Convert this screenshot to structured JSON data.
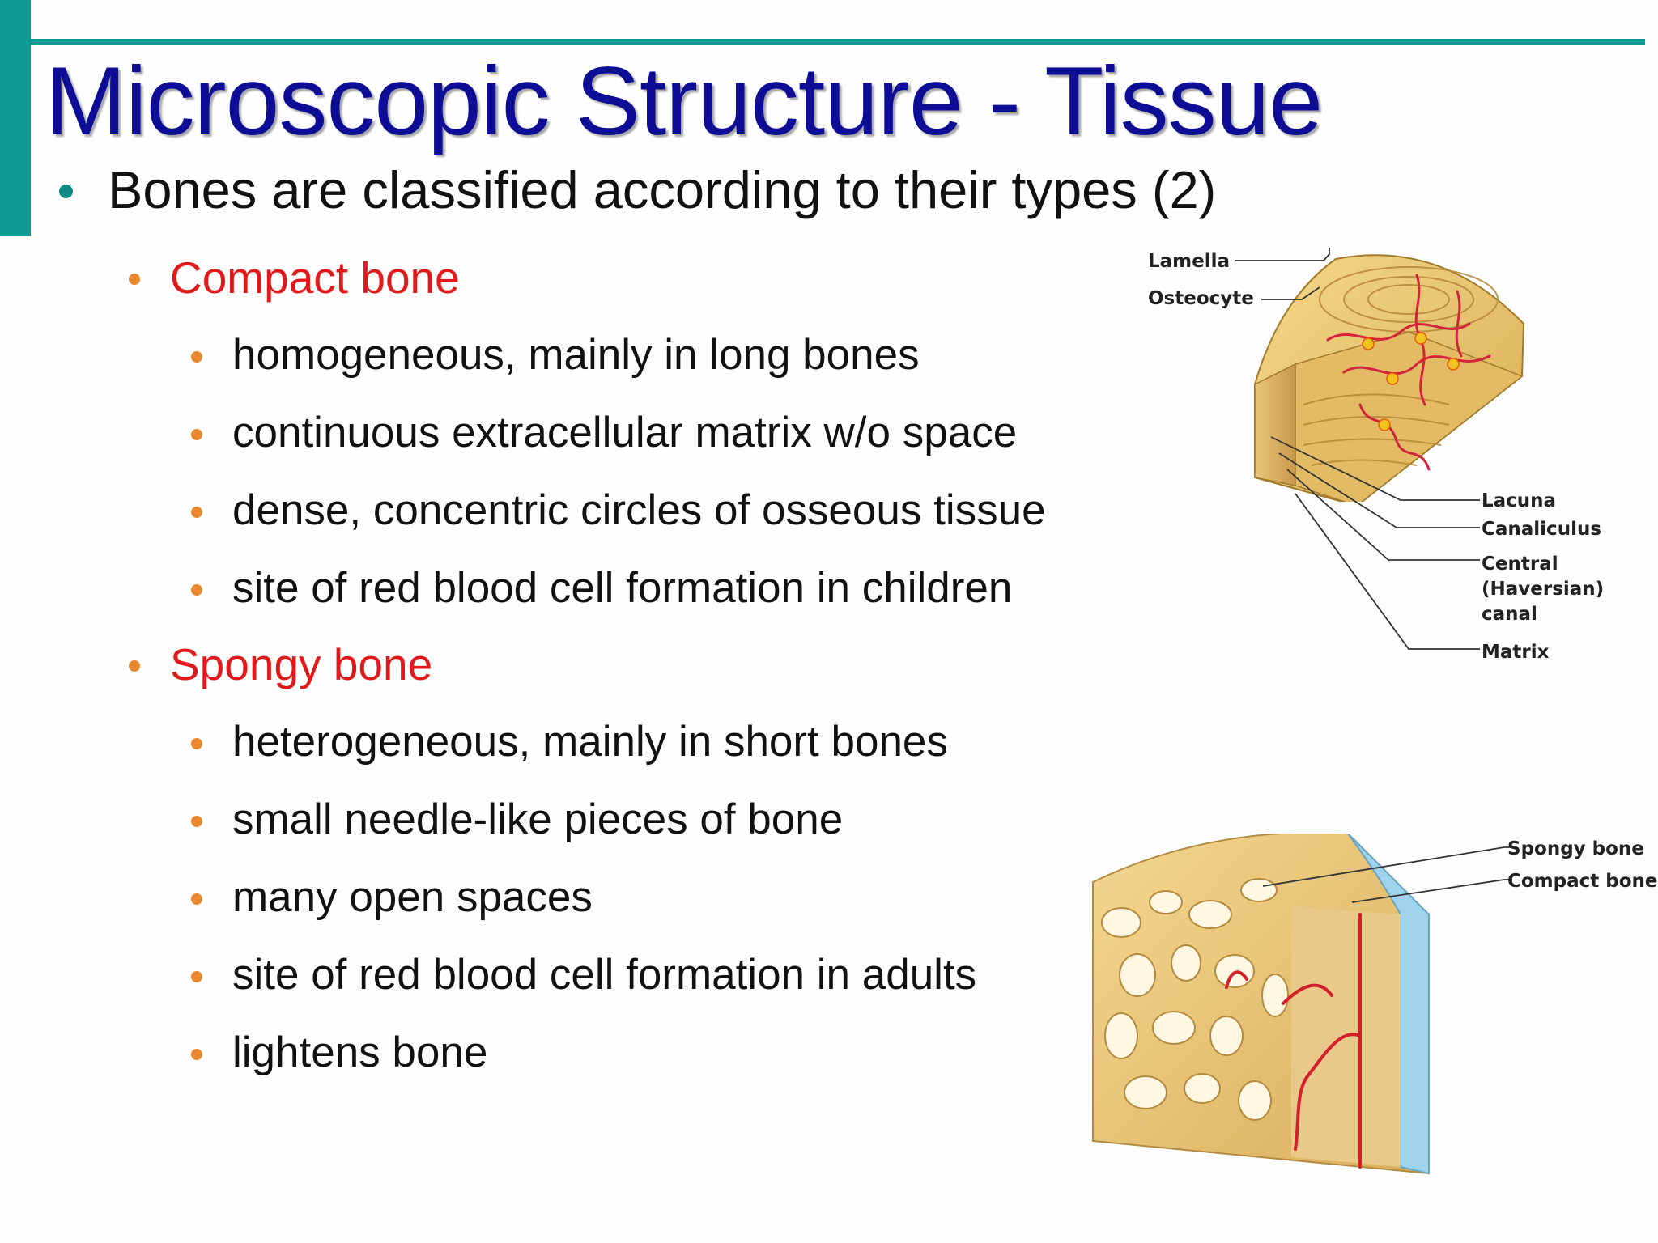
{
  "slide": {
    "title": "Microscopic Structure - Tissue",
    "bullet": "Bones are classified according to their types (2)",
    "sections": [
      {
        "heading": "Compact bone",
        "items": [
          "homogeneous, mainly in long bones",
          "continuous extracellular matrix w/o space",
          "dense, concentric circles of osseous tissue",
          "site of red blood cell formation in children"
        ]
      },
      {
        "heading": "Spongy bone",
        "items": [
          "heterogeneous, mainly in short bones",
          "small needle-like pieces of bone",
          "many open spaces",
          "site of red blood cell formation in adults",
          "lightens bone"
        ]
      }
    ]
  },
  "figure_compact": {
    "labels": {
      "lamella": "Lamella",
      "osteocyte": "Osteocyte",
      "lacuna": "Lacuna",
      "canaliculus": "Canaliculus",
      "central_1": "Central",
      "central_2": "(Haversian)",
      "central_3": "canal",
      "matrix": "Matrix"
    }
  },
  "figure_spongy": {
    "labels": {
      "spongy": "Spongy bone",
      "compact": "Compact bone"
    }
  },
  "colors": {
    "accent": "#0f9a94",
    "title": "#0d0d96",
    "heading": "#e0191b",
    "bullet_orange": "#e8892e"
  }
}
